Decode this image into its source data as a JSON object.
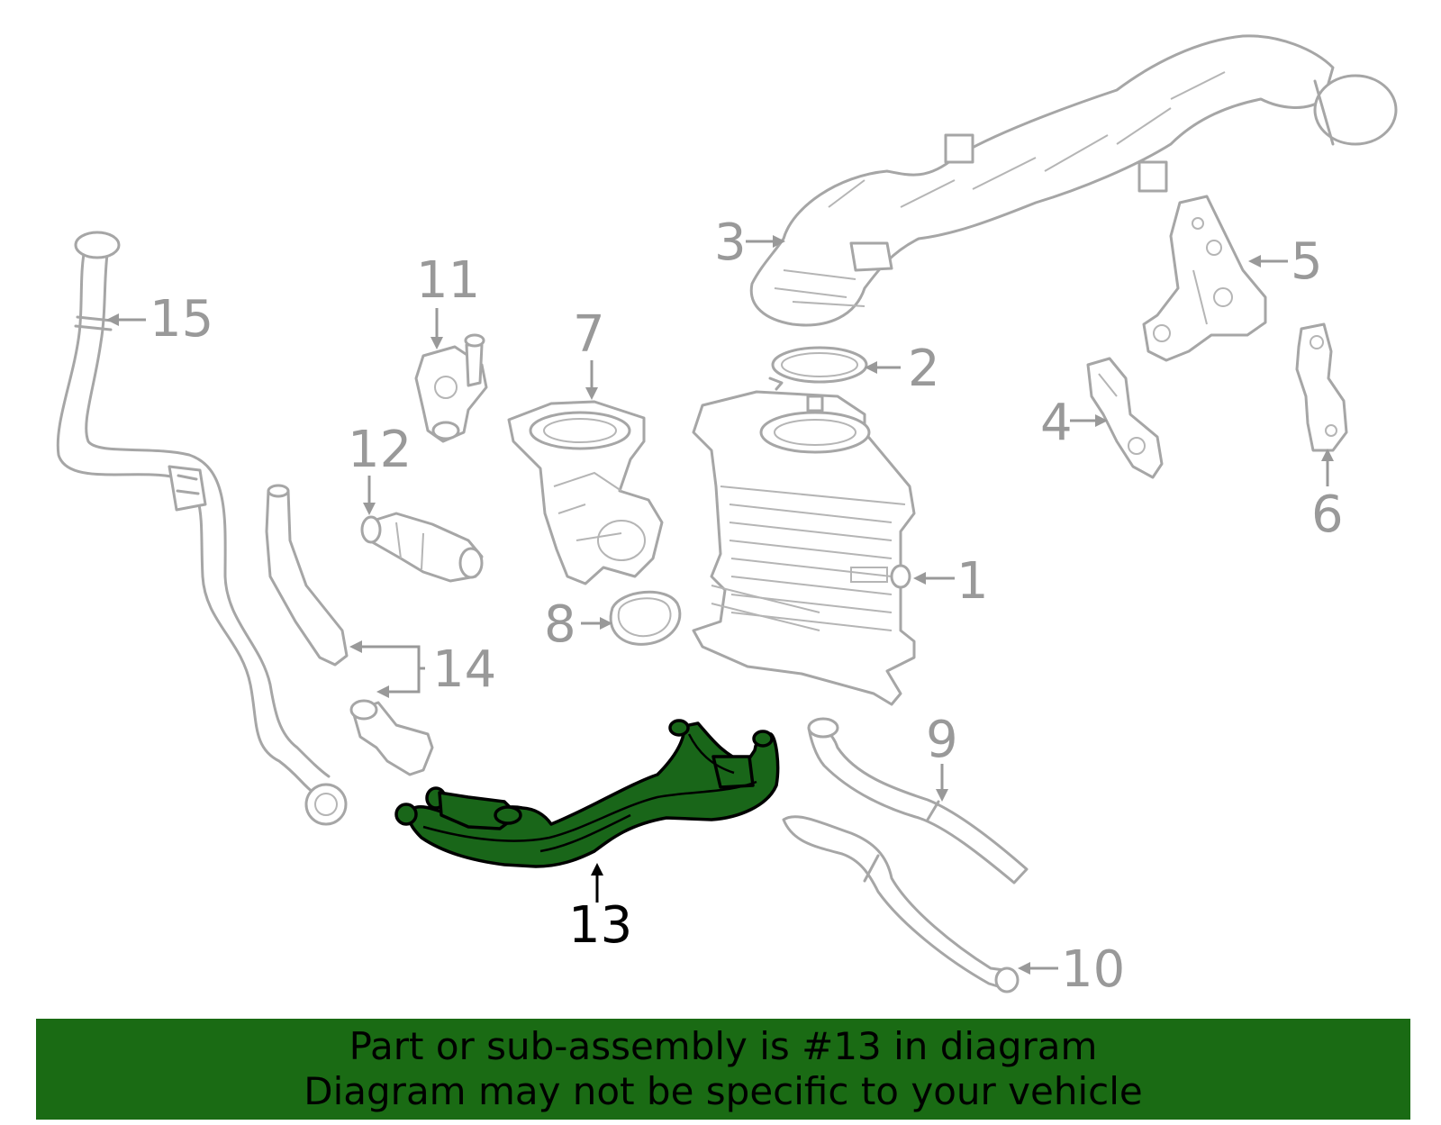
{
  "callouts": {
    "c1": "1",
    "c2": "2",
    "c3": "3",
    "c4": "4",
    "c5": "5",
    "c6": "6",
    "c7": "7",
    "c8": "8",
    "c9": "9",
    "c10": "10",
    "c11": "11",
    "c12": "12",
    "c13": "13",
    "c14": "14",
    "c15": "15"
  },
  "highlighted_part": "13",
  "colors": {
    "highlight": "#196619",
    "banner": "#1a6b14",
    "line": "#a6a6a6",
    "label": "#999999"
  },
  "banner": {
    "line1": "Part or sub-assembly is #13 in diagram",
    "line2": "Diagram may not be specific to your vehicle"
  }
}
